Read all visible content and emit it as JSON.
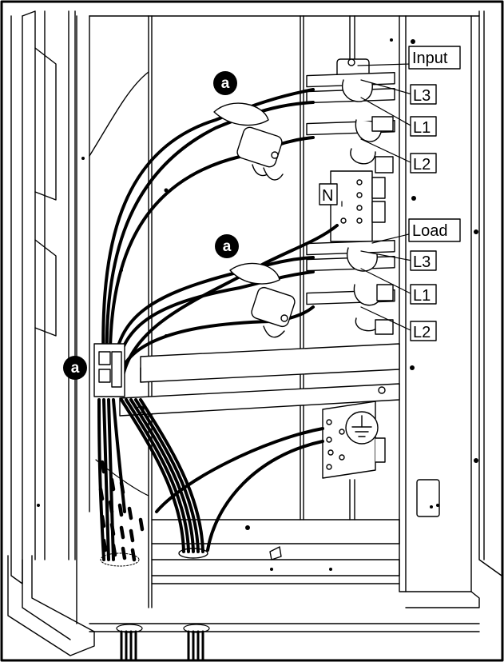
{
  "diagram": {
    "labels": {
      "input": "Input",
      "load": "Load",
      "neutral": "N",
      "input_phases": [
        "L3",
        "L1",
        "L2"
      ],
      "load_phases": [
        "L3",
        "L1",
        "L2"
      ]
    },
    "callout": "a",
    "colors": {
      "line": "#000000",
      "background": "#ffffff",
      "callout_fill": "#000000",
      "callout_text": "#ffffff"
    }
  }
}
